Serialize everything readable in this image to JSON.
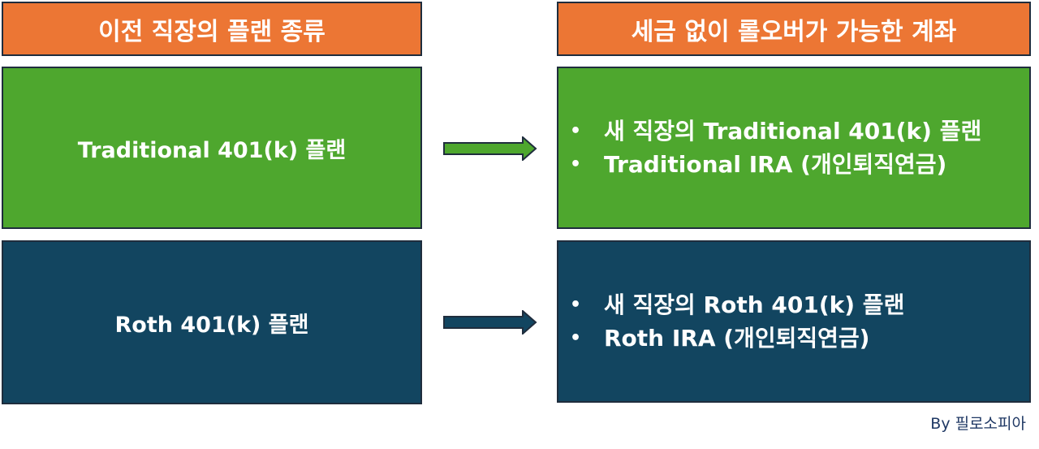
{
  "headers": {
    "left": "이전 직장의 플랜 종류",
    "right": "세금 없이 롤오버가 가능한 계좌"
  },
  "rows": [
    {
      "source": "Traditional 401(k) 플랜",
      "targets": [
        "새 직장의 Traditional 401(k) 플랜",
        "Traditional IRA (개인퇴직연금)"
      ],
      "color": "#4ea72e"
    },
    {
      "source": "Roth 401(k) 플랜",
      "targets": [
        "새 직장의 Roth 401(k) 플랜",
        "Roth IRA (개인퇴직연금)"
      ],
      "color": "#124560"
    }
  ],
  "bullet_glyph": "•",
  "credit": "By 필로소피아",
  "colors": {
    "header": "#ec7634",
    "green": "#4ea72e",
    "navy": "#124560",
    "border": "#1f2d3d",
    "credit": "#1f3864"
  }
}
